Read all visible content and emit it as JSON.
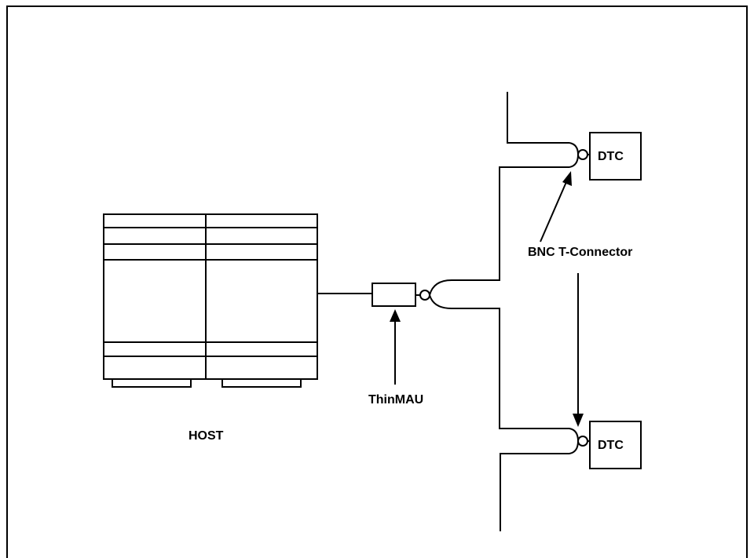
{
  "colors": {
    "stroke": "#000000",
    "background": "#ffffff"
  },
  "labels": {
    "host": "HOST",
    "thinmau": "ThinMAU",
    "bnc": "BNC T-Connector",
    "dtc_top": "DTC",
    "dtc_bottom": "DTC"
  },
  "icons": {
    "host": "host-computer-cabinet-icon",
    "connector": "bnc-t-connector-icon"
  }
}
